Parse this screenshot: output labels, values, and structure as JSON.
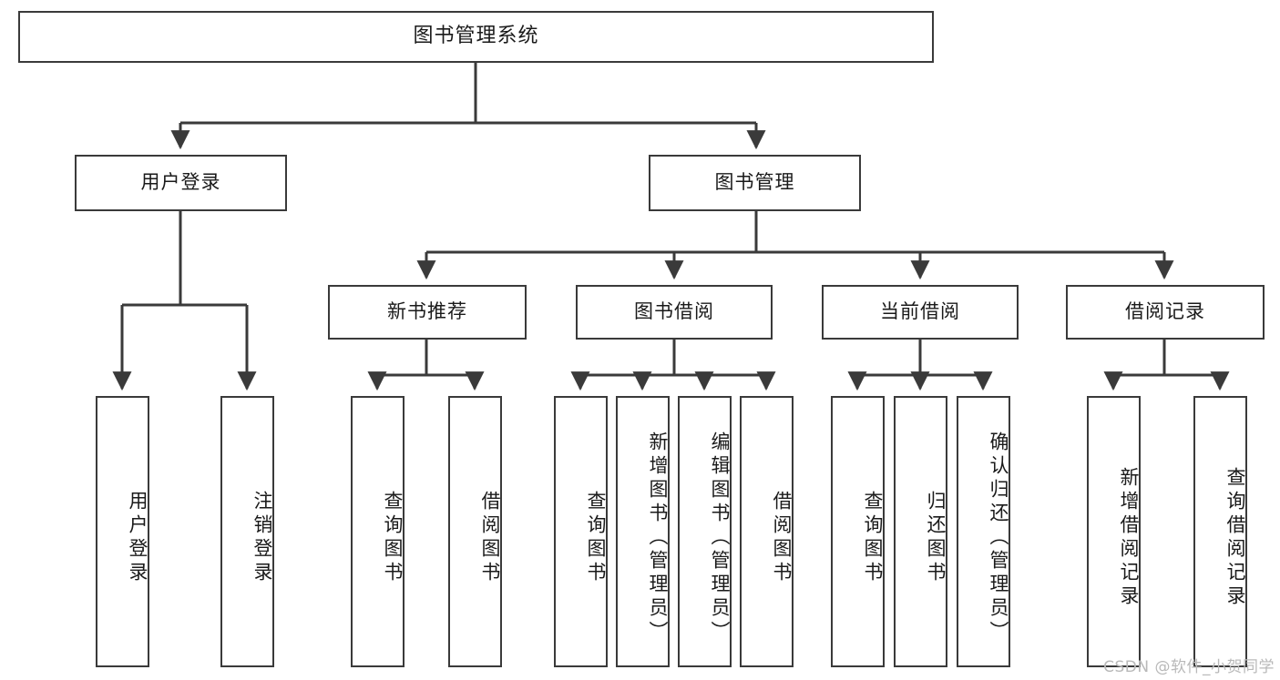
{
  "diagram": {
    "title": "图书管理系统",
    "type": "tree-hierarchy",
    "watermark": "CSDN @软件_小贺同学",
    "colors": {
      "stroke": "#3a3a3a",
      "fill": "#ffffff",
      "text": "#1a1a1a",
      "watermark": "#b9b9b9"
    }
  },
  "nodes": {
    "root": {
      "label": "图书管理系统",
      "level": 1
    },
    "level2": [
      {
        "label": "用户登录",
        "level": 2
      },
      {
        "label": "图书管理",
        "level": 2
      }
    ],
    "level3": [
      {
        "label": "新书推荐",
        "level": 3
      },
      {
        "label": "图书借阅",
        "level": 3
      },
      {
        "label": "当前借阅",
        "level": 3
      },
      {
        "label": "借阅记录",
        "level": 3
      }
    ],
    "leaves": {
      "user_login": [
        {
          "label": "用户登录"
        },
        {
          "label": "注销登录"
        }
      ],
      "new_book_recommend": [
        {
          "label": "查询图书"
        },
        {
          "label": "借阅图书"
        }
      ],
      "book_borrow": [
        {
          "label": "查询图书"
        },
        {
          "label": "新增图书（管理员）"
        },
        {
          "label": "编辑图书（管理员）"
        },
        {
          "label": "借阅图书"
        }
      ],
      "current_borrow": [
        {
          "label": "查询图书"
        },
        {
          "label": "归还图书"
        },
        {
          "label": "确认归还（管理员）"
        }
      ],
      "borrow_record": [
        {
          "label": "新增借阅记录"
        },
        {
          "label": "查询借阅记录"
        }
      ]
    }
  }
}
